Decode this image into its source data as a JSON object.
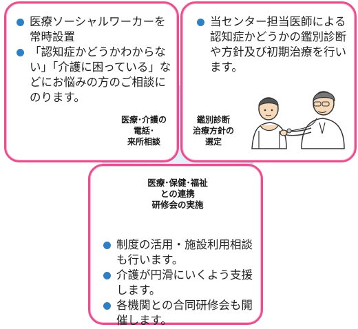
{
  "cards": {
    "left": {
      "items": [
        "医療ソーシャルワーカーを常時設置",
        "「認知症かどうかわからない」「介護に困っている」などにお悩みの方のご相談にのります。"
      ]
    },
    "right": {
      "items": [
        "当センター担当医師による認知症かどうかの鑑別診断や方針及び初期治療を行います。"
      ]
    },
    "bottom": {
      "items": [
        "制度の活用・施設利用相談も行います。",
        "介護が円滑にいくよう支援します。",
        "各機関との合同研修会も開催します。"
      ]
    }
  },
  "labels": {
    "left": "医療･介護の\n電話･\n来所相談",
    "right": "鑑別診断\n治療方針の\n選定",
    "center": "医療･保健･福祉\nとの連携\n研修会の実施"
  },
  "colors": {
    "card_border": "#e94f8e",
    "bullet": "#2f7fc3",
    "circle": "#cfe8f6"
  },
  "illustration": "doctor-examining-patient-with-stethoscope"
}
